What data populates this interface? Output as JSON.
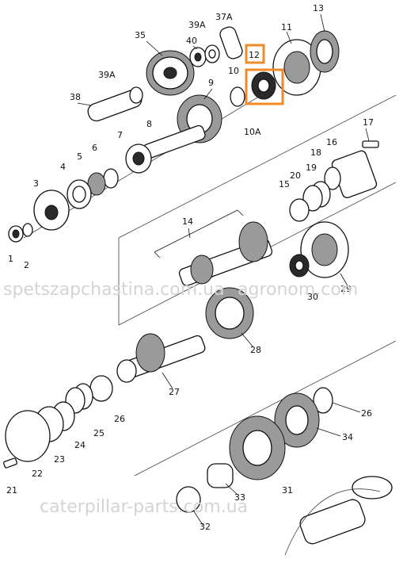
{
  "callouts": [
    "35",
    "40",
    "39A",
    "37A",
    "11",
    "13",
    "12",
    "10",
    "39A",
    "38",
    "9",
    "10A",
    "8",
    "7",
    "6",
    "5",
    "4",
    "3",
    "1",
    "2",
    "17",
    "16",
    "18",
    "19",
    "20",
    "15",
    "14",
    "29",
    "30",
    "28",
    "27",
    "26",
    "25",
    "24",
    "23",
    "22",
    "21",
    "26",
    "34",
    "33",
    "31",
    "32"
  ],
  "watermarks": [
    "spetszapchastina.com.ua",
    "agronom.com",
    "caterpillar-parts.com.ua"
  ],
  "highlight_color": "#f08a24"
}
